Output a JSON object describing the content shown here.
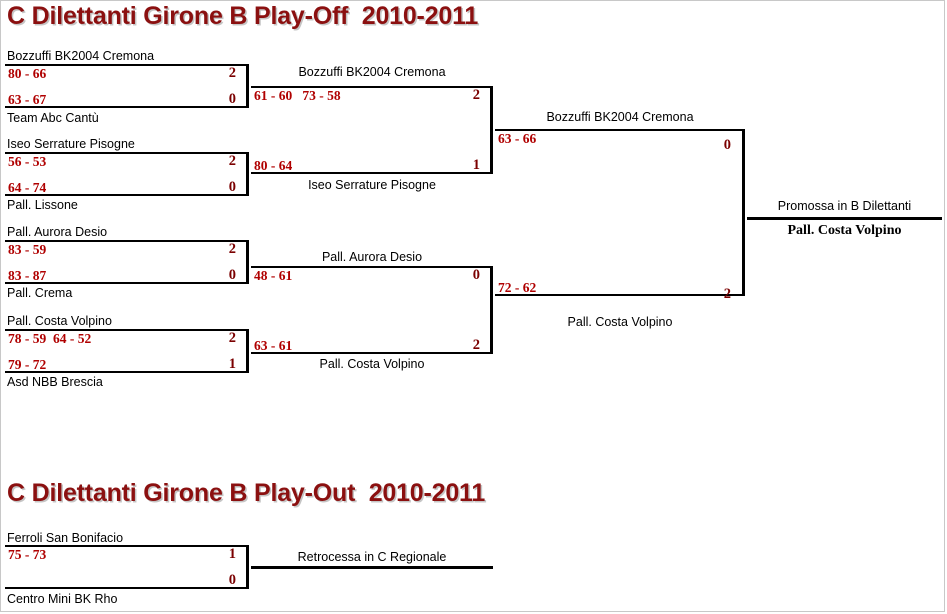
{
  "sections": {
    "playoff": {
      "title": "C Dilettanti Girone B Play-Off  2010-2011",
      "round1": [
        {
          "top_team": "Bozzuffi BK2004 Cremona",
          "bottom_team": "Team Abc Cantù",
          "top_scores": "80 - 66",
          "bottom_scores": "63 - 67",
          "top_wins": "2",
          "bottom_wins": "0"
        },
        {
          "top_team": "Iseo Serrature Pisogne",
          "bottom_team": "Pall. Lissone",
          "top_scores": "56 - 53",
          "bottom_scores": "64 - 74",
          "top_wins": "2",
          "bottom_wins": "0"
        },
        {
          "top_team": "Pall. Aurora Desio",
          "bottom_team": "Pall. Crema",
          "top_scores": "83 - 59",
          "bottom_scores": "83 - 87",
          "top_wins": "2",
          "bottom_wins": "0"
        },
        {
          "top_team": "Pall. Costa Volpino",
          "bottom_team": "Asd NBB Brescia",
          "top_scores": "78 - 59  64 - 52",
          "bottom_scores": "79 - 72",
          "top_wins": "2",
          "bottom_wins": "1"
        }
      ],
      "semifinals": [
        {
          "top_team": "Bozzuffi BK2004 Cremona",
          "bottom_team": "Iseo Serrature Pisogne",
          "top_scores": "61 - 60   73 - 58",
          "bottom_scores": "80 - 64",
          "top_wins": "2",
          "bottom_wins": "1"
        },
        {
          "top_team": "Pall. Aurora Desio",
          "bottom_team": "Pall. Costa Volpino",
          "top_scores": "48 - 61",
          "bottom_scores": "63 - 61",
          "top_wins": "0",
          "bottom_wins": "2"
        }
      ],
      "final": {
        "top_team": "Bozzuffi BK2004 Cremona",
        "bottom_team": "Pall. Costa Volpino",
        "top_scores": "63 - 66",
        "bottom_scores": "72 - 62",
        "top_wins": "0",
        "bottom_wins": "2"
      },
      "outcome": {
        "label": "Promossa in B Dilettanti",
        "winner": "Pall. Costa Volpino"
      }
    },
    "playout": {
      "title": "C Dilettanti Girone B Play-Out  2010-2011",
      "match": {
        "top_team": "Ferroli San Bonifacio",
        "bottom_team": "Centro Mini BK Rho",
        "top_scores": "75 - 73",
        "bottom_scores": "",
        "top_wins": "1",
        "bottom_wins": "0"
      },
      "outcome": {
        "label": "Retrocessa in C Regionale",
        "winner": ""
      }
    }
  },
  "colors": {
    "title": "#8b1010",
    "score": "#b00000",
    "wins": "#7b0000",
    "line": "#000000",
    "page_border": "#c8c8c8"
  }
}
